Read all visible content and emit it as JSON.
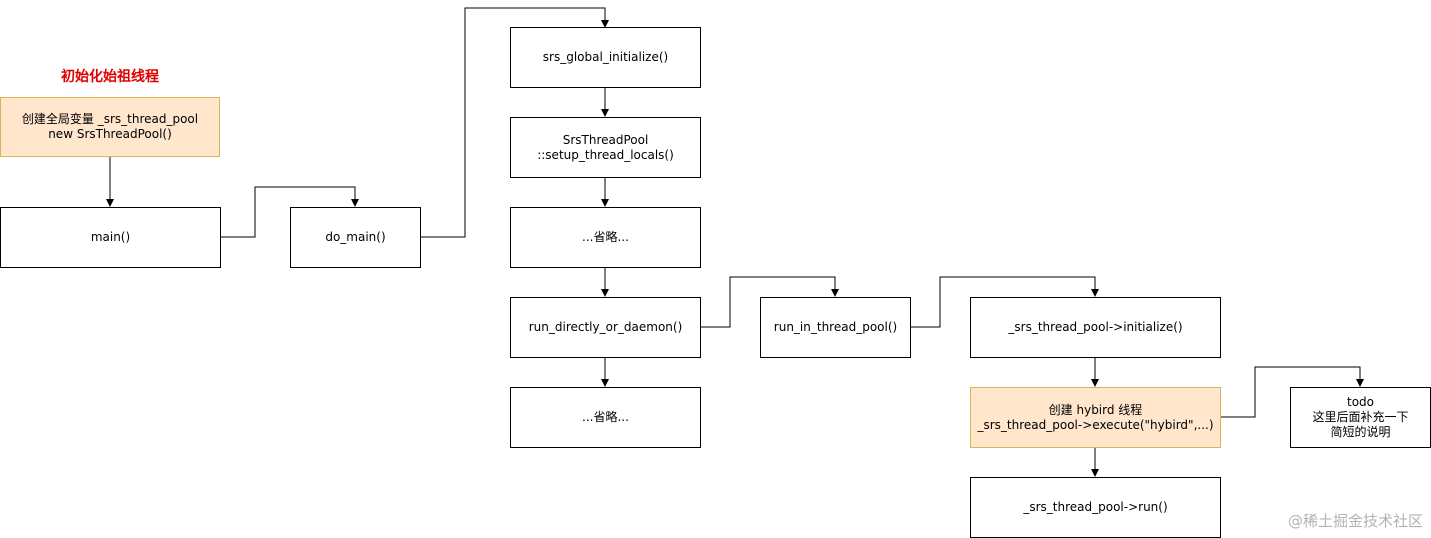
{
  "title": "初始化始祖线程",
  "nodes": {
    "global_var": [
      "创建全局变量 _srs_thread_pool",
      "new SrsThreadPool()"
    ],
    "main": [
      "main()"
    ],
    "do_main": [
      "do_main()"
    ],
    "srs_global_initialize": [
      "srs_global_initialize()"
    ],
    "setup_thread_locals": [
      "SrsThreadPool",
      "::setup_thread_locals()"
    ],
    "omit1": [
      "...省略..."
    ],
    "run_directly_or_daemon": [
      "run_directly_or_daemon()"
    ],
    "omit2": [
      "...省略..."
    ],
    "run_in_thread_pool": [
      "run_in_thread_pool()"
    ],
    "pool_initialize": [
      "_srs_thread_pool->initialize()"
    ],
    "create_hybird": [
      "创建 hybird 线程",
      "_srs_thread_pool->execute(\"hybird\",...)"
    ],
    "pool_run": [
      "_srs_thread_pool->run()"
    ],
    "todo": [
      "todo",
      "这里后面补充一下",
      "简短的说明"
    ]
  },
  "watermark": "@稀土掘金技术社区",
  "colors": {
    "title": "#e00000",
    "highlight_fill": "#ffe6cc",
    "highlight_border": "#d6b656",
    "line": "#000000"
  }
}
